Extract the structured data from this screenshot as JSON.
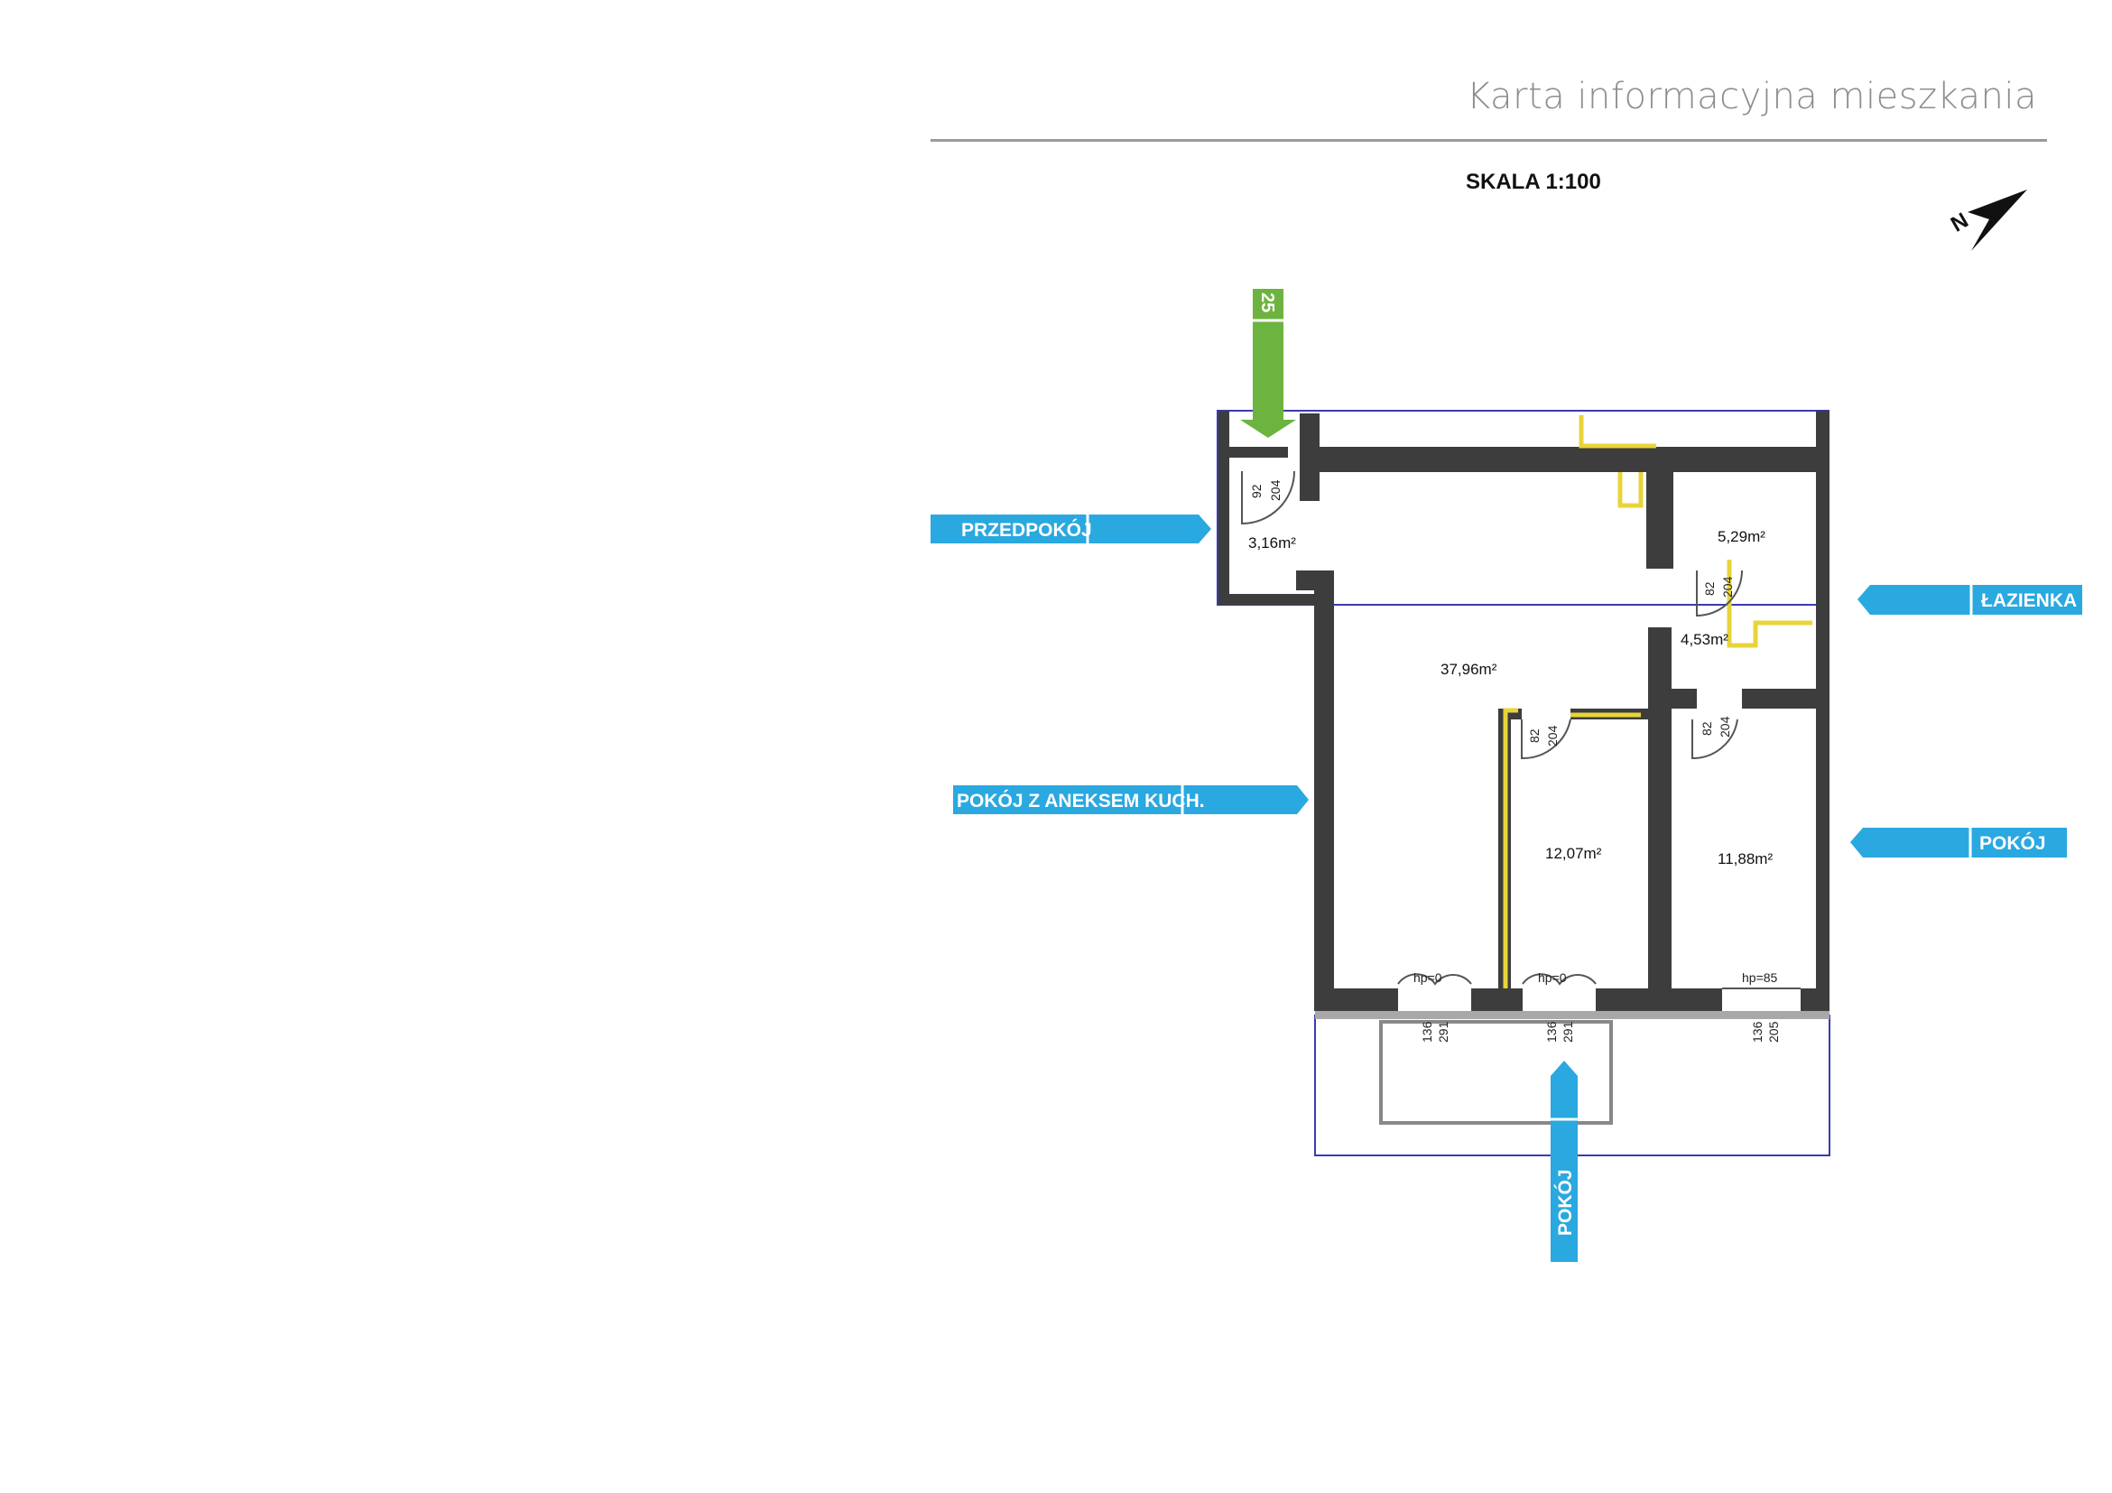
{
  "header": {
    "title": "Karta informacyjna mieszkania"
  },
  "plan": {
    "scale": "SKALA 1:100",
    "compass_letter": "N",
    "entrance_number": "25",
    "tags": {
      "hall": "PRZEDPOKÓJ",
      "living": "POKÓJ Z ANEKSEM KUCH.",
      "bathroom": "ŁAZIENKA",
      "room_right": "POKÓJ",
      "room_bottom": "POKÓJ"
    },
    "areas": {
      "hall": "3,16m²",
      "living": "37,96m²",
      "bathroom": "5,29m²",
      "corridor": "4,53m²",
      "room_middle": "12,07m²",
      "room_right": "11,88m²"
    },
    "doors": {
      "entry_w": "92",
      "entry_h": "204",
      "bath_w": "82",
      "bath_h": "204",
      "mid_w": "82",
      "mid_h": "204",
      "right_w": "82",
      "right_h": "204"
    },
    "windows": {
      "hp_left": "hp=0",
      "hp_mid": "hp=0",
      "hp_right": "hp=85",
      "w1_w": "136",
      "w1_h": "291",
      "w2_w": "136",
      "w2_h": "291",
      "w3_w": "136",
      "w3_h": "205"
    }
  }
}
